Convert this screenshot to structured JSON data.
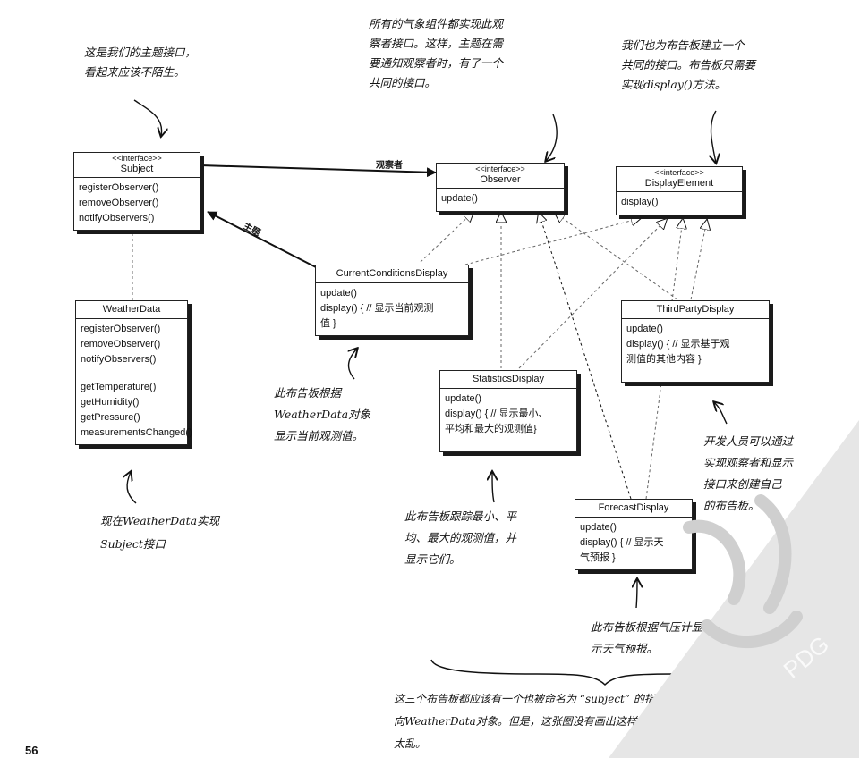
{
  "classes": {
    "subject": {
      "stereotype": "<<interface>>",
      "name": "Subject",
      "ops": [
        "registerObserver()",
        "removeObserver()",
        "notifyObservers()"
      ]
    },
    "observer": {
      "stereotype": "<<interface>>",
      "name": "Observer",
      "ops": [
        "update()"
      ]
    },
    "display_element": {
      "stereotype": "<<interface>>",
      "name": "DisplayElement",
      "ops": [
        "display()"
      ]
    },
    "weather_data": {
      "name": "WeatherData",
      "ops_a": [
        "registerObserver()",
        "removeObserver()",
        "notifyObservers()"
      ],
      "ops_b": [
        "getTemperature()",
        "getHumidity()",
        "getPressure()",
        "measurementsChanged()"
      ]
    },
    "current": {
      "name": "CurrentConditionsDisplay",
      "ops": [
        "update()",
        "display() { // 显示当前观测",
        "值 }"
      ]
    },
    "third_party": {
      "name": "ThirdPartyDisplay",
      "ops": [
        "update()",
        "display() { // 显示基于观",
        "测值的其他内容 }"
      ]
    },
    "statistics": {
      "name": "StatisticsDisplay",
      "ops": [
        "update()",
        "display() { // 显示最小、",
        "平均和最大的观测值}"
      ]
    },
    "forecast": {
      "name": "ForecastDisplay",
      "ops": [
        "update()",
        "display() { // 显示天",
        "气预报 }"
      ]
    }
  },
  "relations": {
    "observers_label": "观察者",
    "subject_label": "主题"
  },
  "notes": {
    "subject_note": [
      "这是我们的主题接口，",
      "看起来应该不陌生。"
    ],
    "observer_note": [
      "所有的气象组件都实现此观",
      "察者接口。这样，主题在需",
      "要通知观察者时，有了一个",
      "共同的接口。"
    ],
    "display_note": [
      "我们也为布告板建立一个",
      "共同的接口。布告板只需要",
      "实现display()方法。"
    ],
    "current_note": [
      "此布告板根据",
      "WeatherData对象",
      "显示当前观测值。"
    ],
    "weatherdata_note": [
      "现在WeatherData实现",
      "Subject接口"
    ],
    "statistics_note": [
      "此布告板跟踪最小、平",
      "均、最大的观测值，并",
      "显示它们。"
    ],
    "thirdparty_note": [
      "开发人员可以通过",
      "实现观察者和显示",
      "接口来创建自己",
      "的布告板。"
    ],
    "forecast_note": [
      "此布告板根据气压计显",
      "示天气预报。"
    ],
    "bottom_note": [
      "这三个布告板都应该有一个也被命名为 “subject” 的指针来指",
      "向WeatherData对象。但是，这张图没有画出这样的关系，以免",
      "太乱。"
    ]
  },
  "page_number": "56",
  "watermark_text": "PDG"
}
